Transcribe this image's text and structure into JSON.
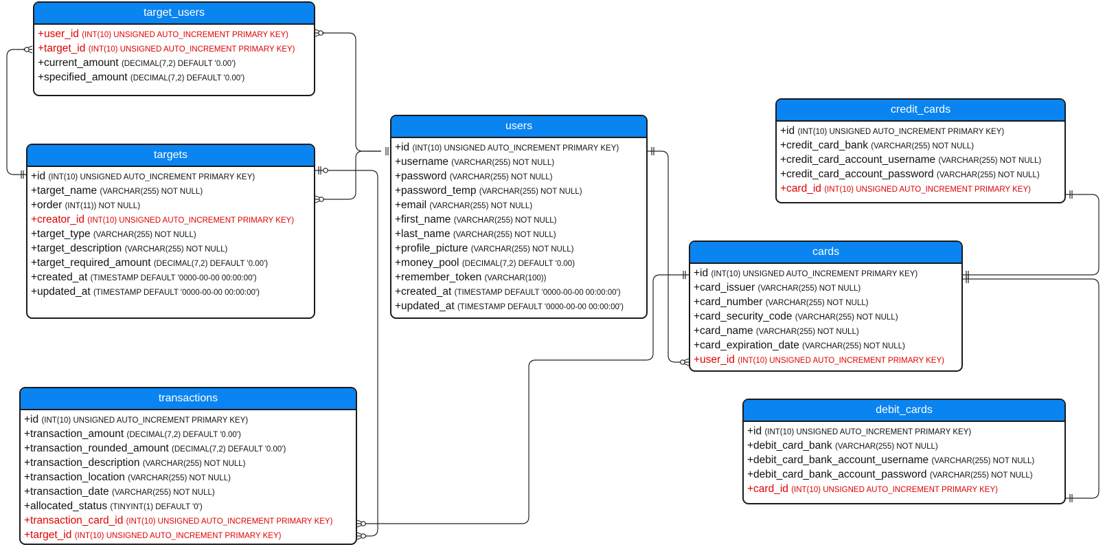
{
  "diagram": {
    "tables": [
      {
        "id": "target_users",
        "name": "target_users",
        "columns": [
          {
            "name": "+user_id",
            "type": "(INT(10) UNSIGNED AUTO_INCREMENT PRIMARY KEY)",
            "key": true
          },
          {
            "name": "+target_id",
            "type": "(INT(10) UNSIGNED AUTO_INCREMENT PRIMARY KEY)",
            "key": true
          },
          {
            "name": "+current_amount",
            "type": "(DECIMAL(7,2) DEFAULT '0.00')",
            "key": false
          },
          {
            "name": "+specified_amount",
            "type": "(DECIMAL(7,2) DEFAULT '0.00')",
            "key": false
          }
        ]
      },
      {
        "id": "targets",
        "name": "targets",
        "columns": [
          {
            "name": "+id",
            "type": "(INT(10) UNSIGNED AUTO_INCREMENT PRIMARY KEY)",
            "key": false
          },
          {
            "name": "+target_name",
            "type": "(VARCHAR(255) NOT NULL)",
            "key": false
          },
          {
            "name": "+order",
            "type": "(INT(11)) NOT NULL)",
            "key": false
          },
          {
            "name": "+creator_id",
            "type": "(INT(10) UNSIGNED AUTO_INCREMENT PRIMARY KEY)",
            "key": true
          },
          {
            "name": "+target_type",
            "type": "(VARCHAR(255) NOT NULL)",
            "key": false
          },
          {
            "name": "+target_description",
            "type": "(VARCHAR(255) NOT NULL)",
            "key": false
          },
          {
            "name": "+target_required_amount",
            "type": "(DECIMAL(7,2) DEFAULT '0.00')",
            "key": false
          },
          {
            "name": "+created_at",
            "type": "(TIMESTAMP DEFAULT '0000-00-00 00:00:00')",
            "key": false
          },
          {
            "name": "+updated_at",
            "type": "(TIMESTAMP DEFAULT '0000-00-00 00:00:00')",
            "key": false
          }
        ]
      },
      {
        "id": "users",
        "name": "users",
        "columns": [
          {
            "name": "+id",
            "type": "(INT(10) UNSIGNED AUTO_INCREMENT PRIMARY KEY)",
            "key": false
          },
          {
            "name": "+username",
            "type": "(VARCHAR(255) NOT NULL)",
            "key": false
          },
          {
            "name": "+password",
            "type": "(VARCHAR(255) NOT NULL)",
            "key": false
          },
          {
            "name": "+password_temp",
            "type": "(VARCHAR(255) NOT NULL)",
            "key": false
          },
          {
            "name": "+email",
            "type": "(VARCHAR(255) NOT NULL)",
            "key": false
          },
          {
            "name": "+first_name",
            "type": "(VARCHAR(255) NOT NULL)",
            "key": false
          },
          {
            "name": "+last_name",
            "type": "(VARCHAR(255) NOT NULL)",
            "key": false
          },
          {
            "name": "+profile_picture",
            "type": "(VARCHAR(255) NOT NULL)",
            "key": false
          },
          {
            "name": "+money_pool",
            "type": "(DECIMAL(7,2) DEFAULT '0.00)",
            "key": false
          },
          {
            "name": "+remember_token",
            "type": "(VARCHAR(100))",
            "key": false
          },
          {
            "name": "+created_at",
            "type": "(TIMESTAMP DEFAULT '0000-00-00 00:00:00')",
            "key": false
          },
          {
            "name": "+updated_at",
            "type": "(TIMESTAMP DEFAULT '0000-00-00 00:00:00')",
            "key": false
          }
        ]
      },
      {
        "id": "credit_cards",
        "name": "credit_cards",
        "columns": [
          {
            "name": "+id",
            "type": "(INT(10) UNSIGNED AUTO_INCREMENT PRIMARY KEY)",
            "key": false
          },
          {
            "name": "+credit_card_bank",
            "type": "(VARCHAR(255) NOT NULL)",
            "key": false
          },
          {
            "name": "+credit_card_account_username",
            "type": "(VARCHAR(255) NOT NULL)",
            "key": false
          },
          {
            "name": "+credit_card_account_password",
            "type": "(VARCHAR(255) NOT NULL)",
            "key": false
          },
          {
            "name": "+card_id",
            "type": "(INT(10) UNSIGNED AUTO_INCREMENT PRIMARY KEY)",
            "key": true
          }
        ]
      },
      {
        "id": "cards",
        "name": "cards",
        "columns": [
          {
            "name": "+id",
            "type": "(INT(10) UNSIGNED AUTO_INCREMENT PRIMARY KEY)",
            "key": false
          },
          {
            "name": "+card_issuer",
            "type": "(VARCHAR(255) NOT NULL)",
            "key": false
          },
          {
            "name": "+card_number",
            "type": "(VARCHAR(255) NOT NULL)",
            "key": false
          },
          {
            "name": "+card_security_code",
            "type": "(VARCHAR(255) NOT NULL)",
            "key": false
          },
          {
            "name": "+card_name",
            "type": "(VARCHAR(255) NOT NULL)",
            "key": false
          },
          {
            "name": "+card_expiration_date",
            "type": "(VARCHAR(255) NOT NULL)",
            "key": false
          },
          {
            "name": "+user_id",
            "type": "(INT(10) UNSIGNED AUTO_INCREMENT PRIMARY KEY)",
            "key": true
          }
        ]
      },
      {
        "id": "transactions",
        "name": "transactions",
        "columns": [
          {
            "name": "+id",
            "type": "(INT(10) UNSIGNED AUTO_INCREMENT PRIMARY KEY)",
            "key": false
          },
          {
            "name": "+transaction_amount",
            "type": "(DECIMAL(7,2) DEFAULT '0.00')",
            "key": false
          },
          {
            "name": "+transaction_rounded_amount",
            "type": "(DECIMAL(7,2) DEFAULT '0.00')",
            "key": false
          },
          {
            "name": "+transaction_description",
            "type": "(VARCHAR(255) NOT NULL)",
            "key": false
          },
          {
            "name": "+transaction_location",
            "type": "(VARCHAR(255) NOT NULL)",
            "key": false
          },
          {
            "name": "+transaction_date",
            "type": "(VARCHAR(255) NOT NULL)",
            "key": false
          },
          {
            "name": "+allocated_status",
            "type": "(TINYINT(1) DEFAULT '0')",
            "key": false
          },
          {
            "name": "+transaction_card_id",
            "type": "(INT(10) UNSIGNED AUTO_INCREMENT PRIMARY KEY)",
            "key": true
          },
          {
            "name": "+target_id",
            "type": "(INT(10) UNSIGNED AUTO_INCREMENT PRIMARY KEY)",
            "key": true
          }
        ]
      },
      {
        "id": "debit_cards",
        "name": "debit_cards",
        "columns": [
          {
            "name": "+id",
            "type": "(INT(10) UNSIGNED AUTO_INCREMENT PRIMARY KEY)",
            "key": false
          },
          {
            "name": "+debit_card_bank",
            "type": "(VARCHAR(255) NOT NULL)",
            "key": false
          },
          {
            "name": "+debit_card_bank_account_username",
            "type": "(VARCHAR(255) NOT NULL)",
            "key": false
          },
          {
            "name": "+debit_card_bank_account_password",
            "type": "(VARCHAR(255) NOT NULL)",
            "key": false
          },
          {
            "name": "+card_id",
            "type": "(INT(10) UNSIGNED AUTO_INCREMENT PRIMARY KEY)",
            "key": true
          }
        ]
      }
    ],
    "relationships": [
      {
        "from": "targets.id",
        "to": "target_users.target_id",
        "cardinality": "one-to-many"
      },
      {
        "from": "users.id",
        "to": "target_users.user_id",
        "cardinality": "one-to-many"
      },
      {
        "from": "users.id",
        "to": "targets.creator_id",
        "cardinality": "one-to-many"
      },
      {
        "from": "targets.id",
        "to": "transactions.target_id",
        "cardinality": "one-to-many"
      },
      {
        "from": "users.id",
        "to": "cards.user_id",
        "cardinality": "one-to-many"
      },
      {
        "from": "cards.id",
        "to": "transactions.transaction_card_id",
        "cardinality": "one-to-many"
      },
      {
        "from": "cards.id",
        "to": "credit_cards.card_id",
        "cardinality": "one-to-one"
      },
      {
        "from": "cards.id",
        "to": "debit_cards.card_id",
        "cardinality": "one-to-one"
      }
    ],
    "colors": {
      "header": "#0a84f0",
      "key_column": "#e00000",
      "border": "#1a1a1a",
      "line": "#222222"
    }
  }
}
